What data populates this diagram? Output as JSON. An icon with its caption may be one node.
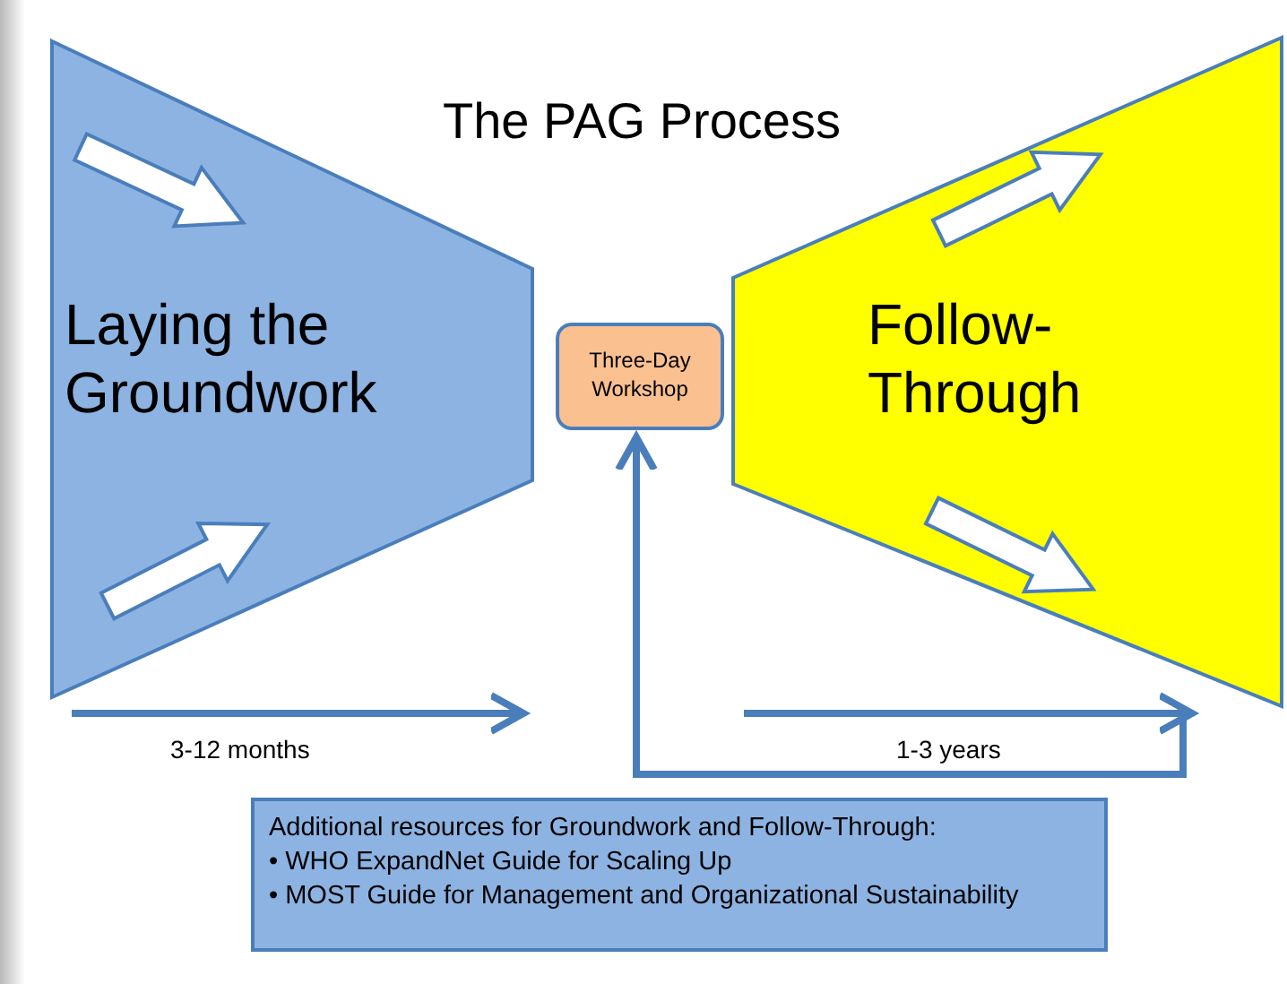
{
  "diagram": {
    "title": "The PAG Process",
    "nodes": [
      {
        "text": [
          "Laying the Groundwork"
        ],
        "beside": [
          "3-12 months"
        ]
      },
      {
        "text": [
          "Three-Day Workshop"
        ]
      },
      {
        "text": [
          "Follow-Through"
        ],
        "beside": [
          "1-3 years"
        ]
      },
      {
        "text": [
          "Additional resources for Groundwork and Follow-Through:",
          "• WHO ExpandNet Guide for Scaling Up",
          "• MOST Guide for Management and Organizational Sustainability"
        ]
      }
    ],
    "edges": [
      {
        "from": null,
        "to": 1,
        "arrow": "to"
      }
    ]
  }
}
